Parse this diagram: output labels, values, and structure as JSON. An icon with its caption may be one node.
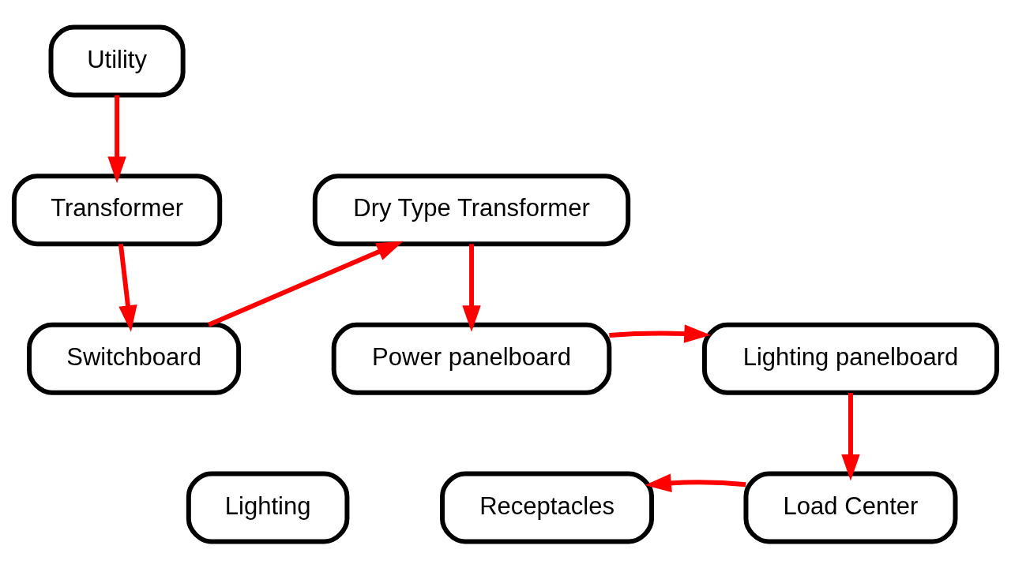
{
  "diagram": {
    "nodes": [
      {
        "text": [
          "Utility"
        ]
      },
      {
        "text": [
          "Transformer"
        ]
      },
      {
        "text": [
          "Switchboard"
        ]
      },
      {
        "text": [
          "Dry Type Transformer"
        ]
      },
      {
        "text": [
          "Power panelboard"
        ]
      },
      {
        "text": [
          "Lighting panelboard"
        ]
      },
      {
        "text": [
          "Load Center"
        ]
      },
      {
        "text": [
          "Lighting"
        ]
      },
      {
        "text": [
          "Receptacles"
        ]
      }
    ],
    "edges": [
      {
        "from": 0,
        "to": 1,
        "arrow": "to"
      },
      {
        "from": 1,
        "to": 2,
        "arrow": "to"
      },
      {
        "from": 2,
        "to": 3,
        "arrow": "to"
      },
      {
        "from": 3,
        "to": 4,
        "arrow": "to"
      },
      {
        "from": 4,
        "to": 5,
        "arrow": "to"
      },
      {
        "from": 5,
        "to": 6,
        "arrow": "to"
      },
      {
        "from": 6,
        "to": 8,
        "arrow": "to"
      }
    ]
  }
}
